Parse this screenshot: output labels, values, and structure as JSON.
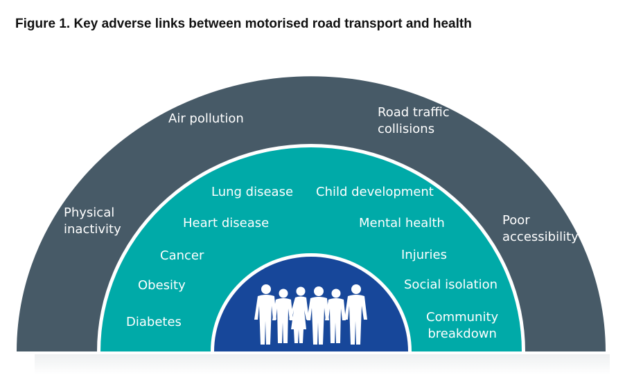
{
  "title": "Figure 1. Key adverse links between motorised road transport and health",
  "colors": {
    "outer_ring": "#475a67",
    "middle_ring": "#00aaa8",
    "inner_core": "#17479a",
    "people": "#ffffff"
  },
  "outer_ring": {
    "air_pollution": "Air pollution",
    "road_traffic_collisions": "Road traffic\ncollisions",
    "physical_inactivity": "Physical\ninactivity",
    "poor_accessibility": "Poor\naccessibility"
  },
  "middle_ring": {
    "lung_disease": "Lung disease",
    "child_development": "Child development",
    "heart_disease": "Heart disease",
    "mental_health": "Mental health",
    "cancer": "Cancer",
    "injuries": "Injuries",
    "obesity": "Obesity",
    "social_isolation": "Social isolation",
    "diabetes": "Diabetes",
    "community_breakdown": "Community\nbreakdown"
  },
  "core": {
    "icon": "group-of-people-icon"
  }
}
